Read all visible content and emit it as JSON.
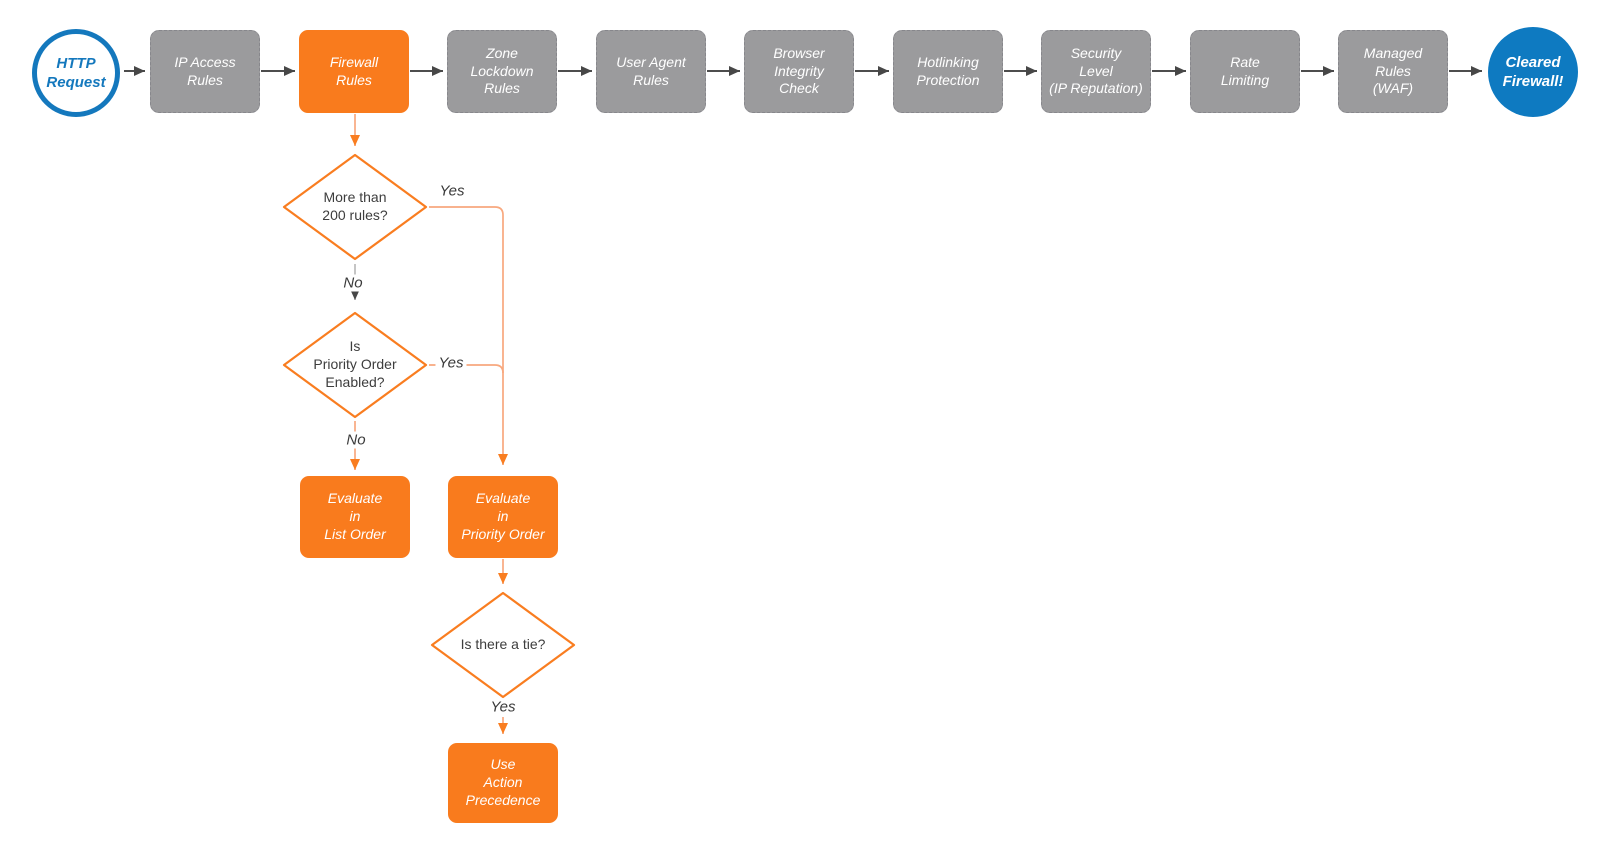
{
  "colors": {
    "accent_orange": "#F97B1D",
    "connector_orange_light": "#F8A87E",
    "step_gray": "#9B9B9D",
    "blue_outline": "#1478BD",
    "blue_fill": "#0E7AC1",
    "connector_dark": "#4D4D4D",
    "text_dark": "#3D3D3D",
    "background": "#FFFFFF"
  },
  "pipeline": {
    "start_label": "HTTP\nRequest",
    "end_label": "Cleared\nFirewall!",
    "steps": [
      {
        "label": "IP Access\nRules"
      },
      {
        "label": "Firewall\nRules"
      },
      {
        "label": "Zone\nLockdown\nRules"
      },
      {
        "label": "User Agent\nRules"
      },
      {
        "label": "Browser\nIntegrity\nCheck"
      },
      {
        "label": "Hotlinking\nProtection"
      },
      {
        "label": "Security\nLevel\n(IP Reputation)"
      },
      {
        "label": "Rate\nLimiting"
      },
      {
        "label": "Managed\nRules\n(WAF)"
      }
    ]
  },
  "decision_flow": {
    "decision_1": {
      "label": "More than\n200 rules?",
      "yes_label": "Yes",
      "no_label": "No"
    },
    "decision_2": {
      "label": "Is\nPriority Order\nEnabled?",
      "yes_label": "Yes",
      "no_label": "No"
    },
    "decision_3": {
      "label": "Is there a tie?",
      "yes_label": "Yes"
    },
    "action_list_order": {
      "label": "Evaluate\nin\nList Order"
    },
    "action_priority_order": {
      "label": "Evaluate\nin\nPriority Order"
    },
    "action_precedence": {
      "label": "Use\nAction\nPrecedence"
    }
  }
}
